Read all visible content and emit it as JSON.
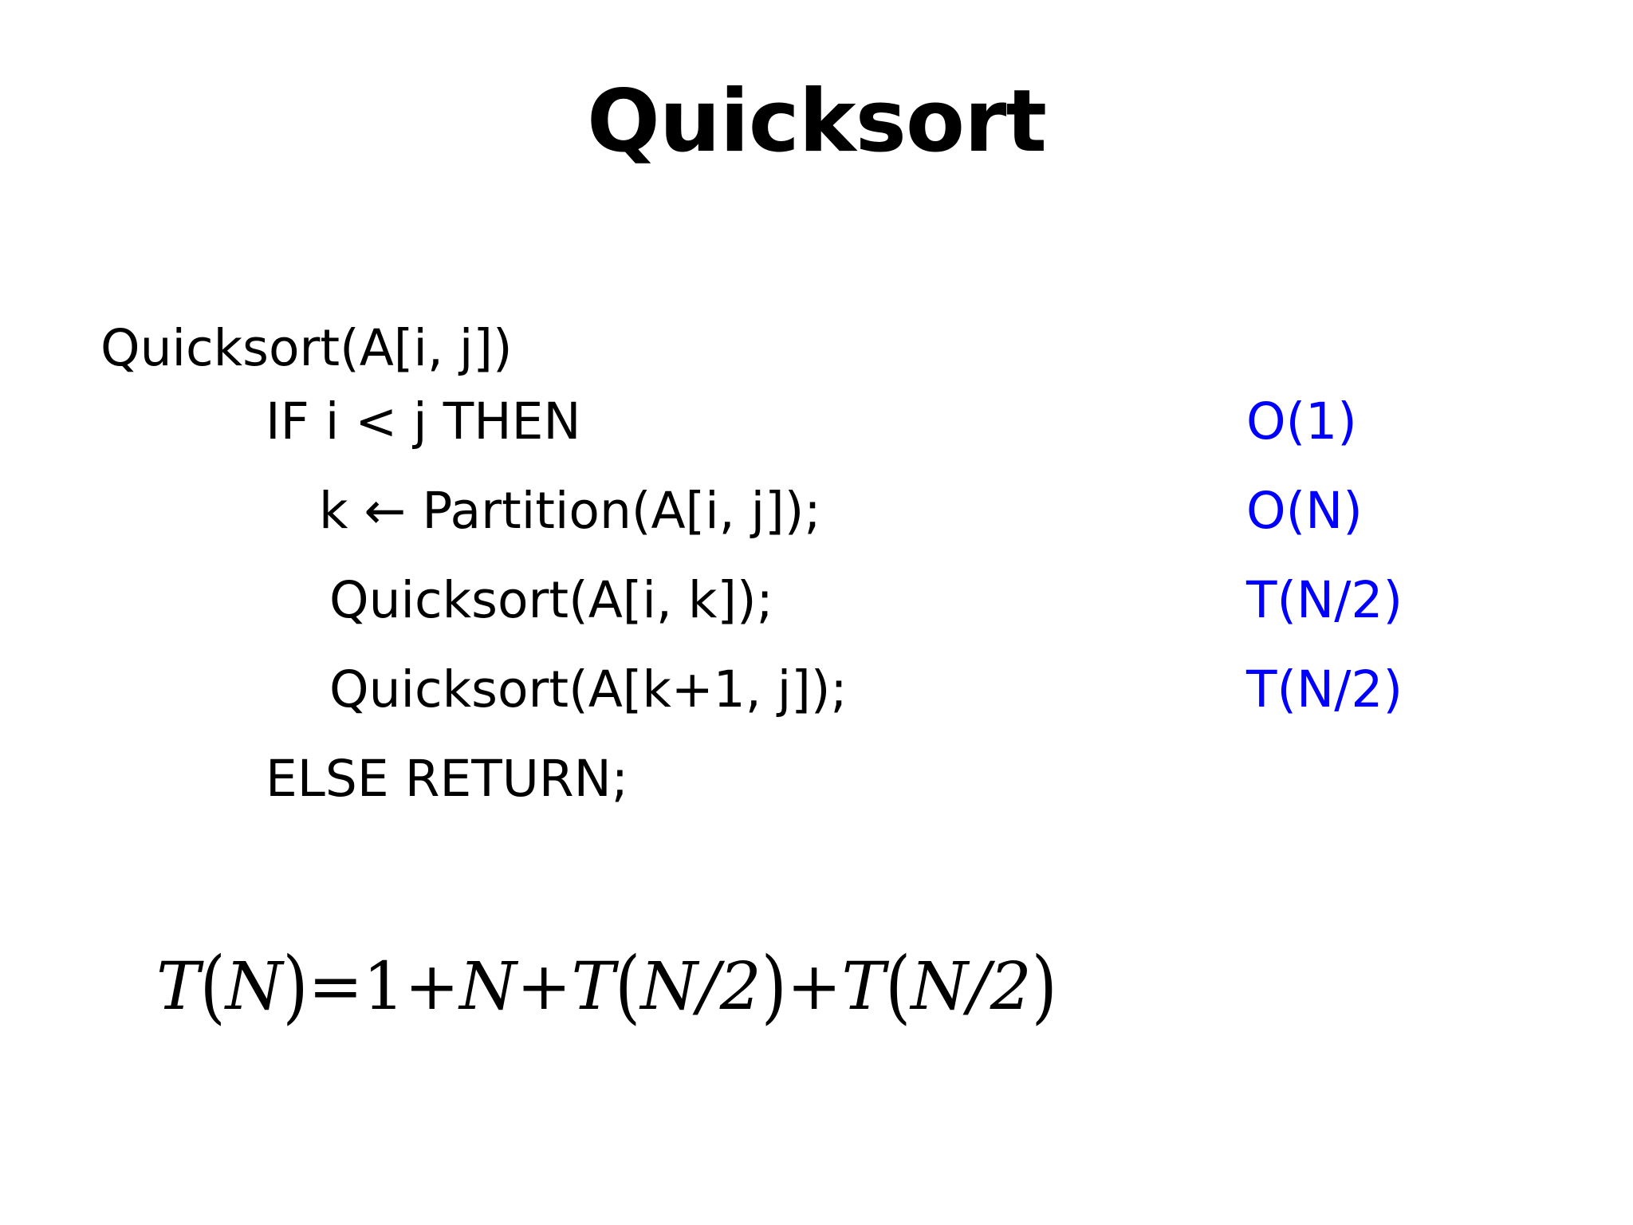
{
  "slide": {
    "title": "Quicksort",
    "background_color": "#ffffff",
    "text_color": "#000000",
    "accent_color": "#0000ff"
  },
  "pseudocode": {
    "lines": [
      {
        "indent": 0,
        "text": "Quicksort(A[i, j])",
        "cost": ""
      },
      {
        "indent": 1,
        "text": "IF i < j THEN",
        "cost": "O(1)"
      },
      {
        "indent": 2,
        "text": "k ← Partition(A[i, j]);",
        "cost": "O(N)"
      },
      {
        "indent": 3,
        "text": "Quicksort(A[i, k]);",
        "cost": "T(N/2)"
      },
      {
        "indent": 3,
        "text": "Quicksort(A[k+1, j]);",
        "cost": "T(N/2)"
      },
      {
        "indent": 1,
        "text": "ELSE RETURN;",
        "cost": ""
      }
    ]
  },
  "recurrence": {
    "full_text": "T(N)=1+N+T(N/2)+T(N/2)",
    "lhs_fn": "T",
    "lhs_open": "(",
    "lhs_arg": "N",
    "lhs_close": ")",
    "equals": "=",
    "term_1": "1",
    "plus_1": "+",
    "term_N": "N",
    "plus_2": "+",
    "term2_fn": "T",
    "term2_open": "(",
    "term2_arg": "N/2",
    "term2_close": ")",
    "plus_3": "+",
    "term3_fn": "T",
    "term3_open": "(",
    "term3_arg": "N/2",
    "term3_close": ")"
  }
}
